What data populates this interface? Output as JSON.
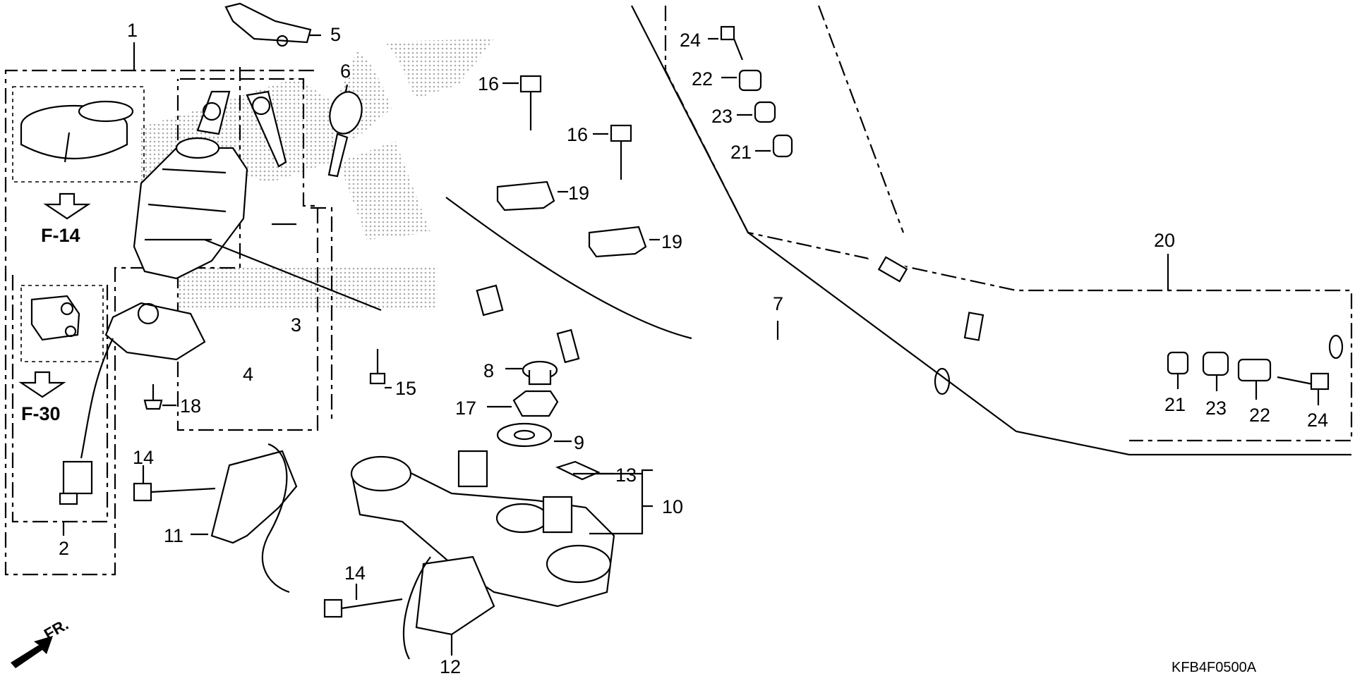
{
  "diagram_code": "KFB4F0500A",
  "direction_label": "FR.",
  "references": [
    "F-14",
    "F-30"
  ],
  "callouts": {
    "c1": "1",
    "c2": "2",
    "c3": "3",
    "c4": "4",
    "c5": "5",
    "c6": "6",
    "c7": "7",
    "c8": "8",
    "c9": "9",
    "c10": "10",
    "c11": "11",
    "c12": "12",
    "c13": "13",
    "c14a": "14",
    "c14b": "14",
    "c15": "15",
    "c16a": "16",
    "c16b": "16",
    "c17": "17",
    "c18": "18",
    "c19a": "19",
    "c19b": "19",
    "c20": "20",
    "c21a": "21",
    "c21b": "21",
    "c22a": "22",
    "c22b": "22",
    "c23a": "23",
    "c23b": "23",
    "c24a": "24",
    "c24b": "24"
  }
}
